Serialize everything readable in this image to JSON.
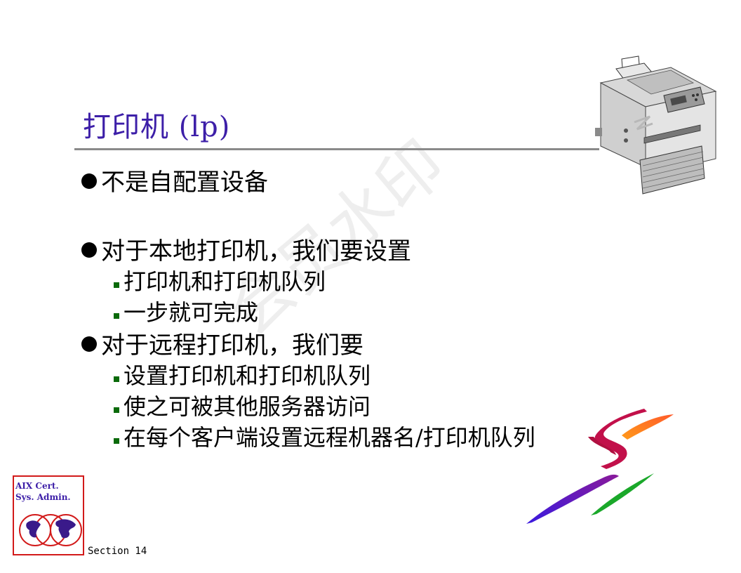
{
  "slide": {
    "title": "打印机 (lp)",
    "watermark": "会员水印",
    "bullets": [
      {
        "text": "不是自配置设备",
        "sub": []
      },
      {
        "text": "对于本地打印机，我们要设置",
        "sub": [
          "打印机和打印机队列",
          "一步就可完成"
        ]
      },
      {
        "text": "对于远程打印机，我们要",
        "sub": [
          "设置打印机和打印机队列",
          "使之可被其他服务器访问",
          "在每个客户端设置远程机器名/打印机队列"
        ]
      }
    ]
  },
  "badge": {
    "line1": "AIX Cert.",
    "line2": "Sys. Admin."
  },
  "footer": {
    "section": "Section 14"
  },
  "colors": {
    "title": "#3d1fa8",
    "rule": "#8a8a8a",
    "badge_border": "#d21a1a",
    "sub_bullet": "#0a6a0a"
  },
  "icons": {
    "printer": "printer-illustration",
    "logo": "ibm-swoosh-logo",
    "globes": "globe-icon"
  }
}
